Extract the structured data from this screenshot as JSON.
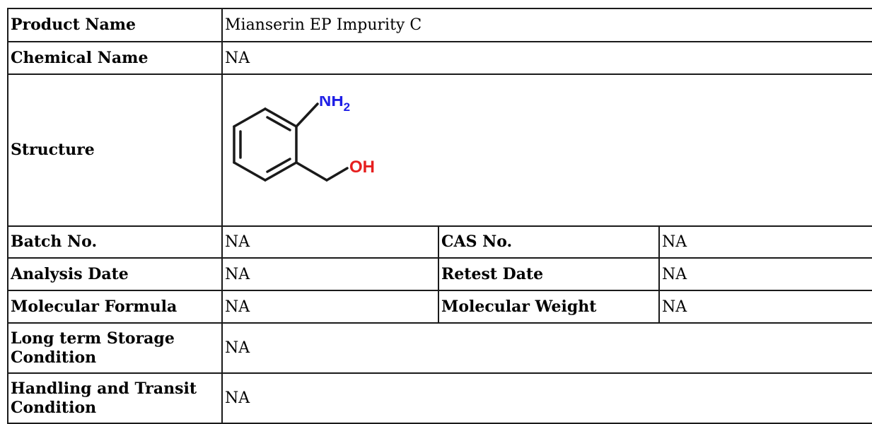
{
  "rows": {
    "product_name": {
      "label": "Product Name",
      "value": "Mianserin EP Impurity C"
    },
    "chemical_name": {
      "label": "Chemical Name",
      "value": "NA"
    },
    "structure": {
      "label": "Structure"
    },
    "batch_no": {
      "label": "Batch No.",
      "value": "NA"
    },
    "cas_no": {
      "label": "CAS No.",
      "value": "NA"
    },
    "analysis_date": {
      "label": "Analysis Date",
      "value": "NA"
    },
    "retest_date": {
      "label": "Retest Date",
      "value": "NA"
    },
    "molecular_formula": {
      "label": "Molecular Formula",
      "value": "NA"
    },
    "molecular_weight": {
      "label": "Molecular Weight",
      "value": "NA"
    },
    "storage": {
      "label": "Long term Storage Condition",
      "value": "NA"
    },
    "handling": {
      "label": "Handling and Transit Condition",
      "value": "NA"
    }
  },
  "structure": {
    "amine_group": "NH",
    "amine_subscript": "2",
    "hydroxyl_group": "OH",
    "colors": {
      "nitrogen": "#1f1fe6",
      "oxygen": "#e61f1f",
      "bond": "#1a1a1a"
    }
  }
}
